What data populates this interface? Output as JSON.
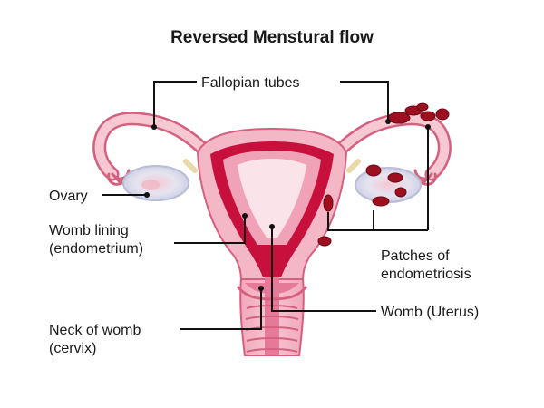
{
  "title": "Reversed Menstural flow",
  "labels": {
    "fallopian_tubes": "Fallopian tubes",
    "ovary": "Ovary",
    "womb_lining_1": "Womb lining",
    "womb_lining_2": "(endometrium)",
    "patches_1": "Patches of",
    "patches_2": "endometriosis",
    "womb_uterus": "Womb (Uterus)",
    "neck_1": "Neck of womb",
    "neck_2": "(cervix)"
  },
  "colors": {
    "tissue_light": "#f6c9d2",
    "tissue_mid": "#ef9fb3",
    "tissue_outline": "#d4607e",
    "lining": "#c8103c",
    "cavity": "#fbe3ea",
    "endometriosis": "#9e1020",
    "ovary_fill": "#dfe3f0",
    "leader": "#111111"
  }
}
